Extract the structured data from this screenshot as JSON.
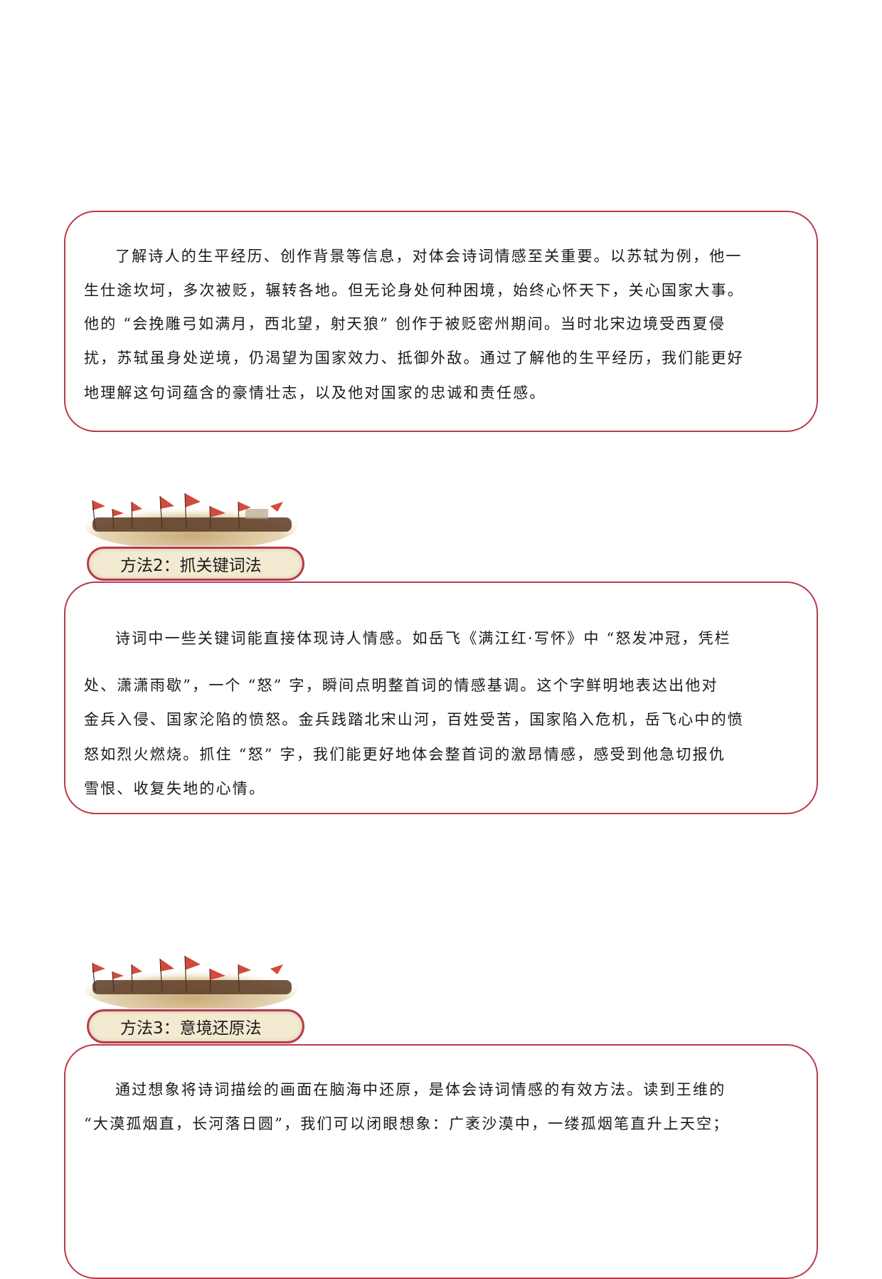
{
  "section1": {
    "lines": [
      "了解诗人的生平经历、创作背景等信息，对体会诗词情感至关重要。以苏轼为例，他一",
      "生仕途坎坷，多次被贬，辗转各地。但无论身处何种困境，始终心怀天下，关心国家大事。",
      "他的 “会挽雕弓如满月，西北望，射天狼” 创作于被贬密州期间。当时北宋边境受西夏侵",
      "扰，苏轼虽身处逆境，仍渴望为国家效力、抵御外敌。通过了解他的生平经历，我们能更好",
      "地理解这句词蕴含的豪情壮志，以及他对国家的忠诚和责任感。"
    ]
  },
  "section2": {
    "title": "方法2：抓关键词法",
    "banner_icon": "battle-scene-banner",
    "lines": [
      "诗词中一些关键词能直接体现诗人情感。如岳飞《满江红·写怀》中 “怒发冲冠，凭栏",
      "处、潇潇雨歇”，一个 “怒” 字，瞬间点明整首词的情感基调。这个字鲜明地表达出他对",
      "金兵入侵、国家沦陷的愤怒。金兵践踏北宋山河，百姓受苦，国家陷入危机，岳飞心中的愤",
      "怒如烈火燃烧。抓住 “怒” 字，我们能更好地体会整首词的激昂情感，感受到他急切报仇",
      "雪恨、收复失地的心情。"
    ]
  },
  "section3": {
    "title": "方法3：意境还原法",
    "banner_icon": "battle-scene-banner",
    "lines": [
      "通过想象将诗词描绘的画面在脑海中还原，是体会诗词情感的有效方法。读到王维的",
      "“大漠孤烟直，长河落日圆”，我们可以闭眼想象：广袤沙漠中，一缕孤烟笔直升上天空；"
    ]
  },
  "colors": {
    "border": "#b83a4b",
    "pill_fill": "#f3ead2",
    "text": "#1a1a1a"
  }
}
